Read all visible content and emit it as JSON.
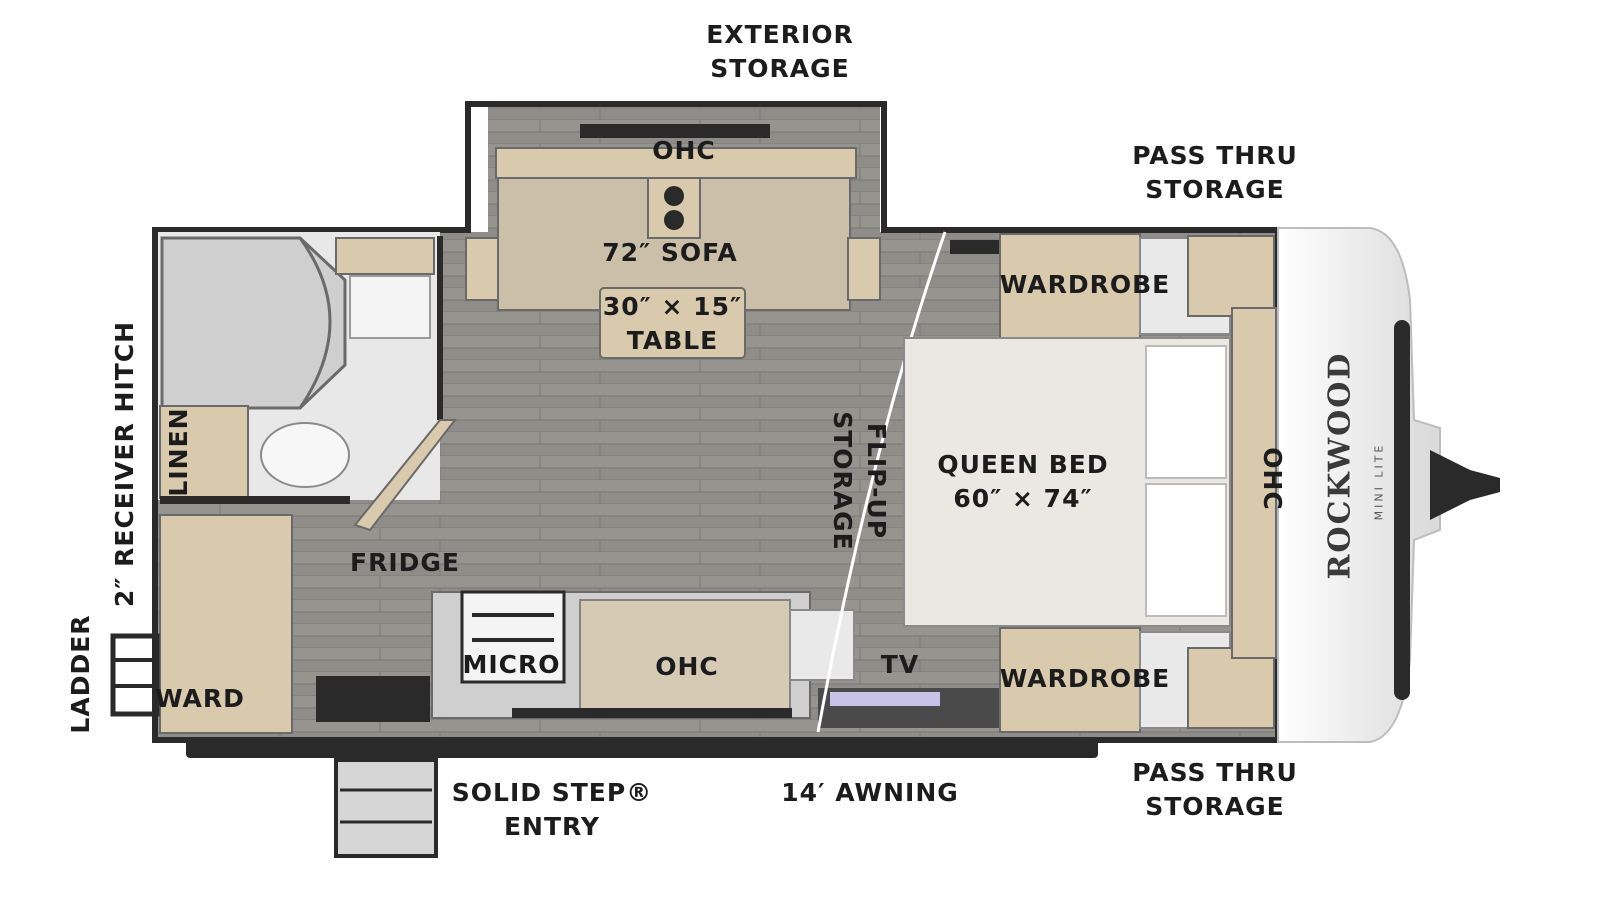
{
  "labels": {
    "exterior_storage": [
      "EXTERIOR",
      "STORAGE"
    ],
    "ohc_slide": "OHC",
    "sofa": "72″ SOFA",
    "table": [
      "30″ × 15″",
      "TABLE"
    ],
    "pass_thru_top": [
      "PASS THRU",
      "STORAGE"
    ],
    "wardrobe_top": "WARDROBE",
    "queen_bed": [
      "QUEEN BED",
      "60″ × 74″"
    ],
    "flip_up_storage": [
      "FLIP-UP",
      "STORAGE"
    ],
    "ohc_front": "OHC",
    "brand_name": "ROCKWOOD",
    "brand_sub": "MINI LITE",
    "receiver_hitch": "2″ RECEIVER HITCH",
    "ladder": "LADDER",
    "linen": "LINEN",
    "fridge": "FRIDGE",
    "ward": "WARD",
    "micro": "MICRO",
    "ohc_kitchen": "OHC",
    "tv": "TV",
    "wardrobe_bottom": "WARDROBE",
    "pass_thru_bottom": [
      "PASS THRU",
      "STORAGE"
    ],
    "solid_step": [
      "SOLID STEP®",
      "ENTRY"
    ],
    "awning": "14′ AWNING"
  },
  "colors": {
    "floor": "#8c8a86",
    "wood": "#d9c9ad",
    "wall": "#2a2a2a",
    "bed": "#ebe8e3",
    "cap": "#f2f2f2",
    "label": "#1c1c1c"
  }
}
